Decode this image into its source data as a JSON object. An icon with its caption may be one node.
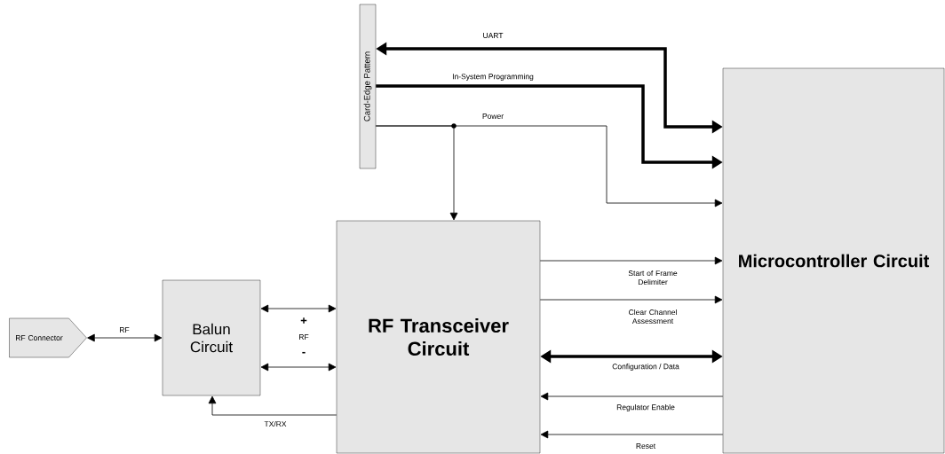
{
  "diagram": {
    "nodes": [
      {
        "text": [
          "RF Connector"
        ]
      },
      {
        "text": [
          "Balun Circuit"
        ]
      },
      {
        "text": [
          "RF Transceiver Circuit"
        ]
      },
      {
        "text": [
          "Microcontroller Circuit"
        ]
      },
      {
        "text": [
          "Card-Edge Pattern"
        ]
      }
    ],
    "edges": [
      {
        "from": 0,
        "to": 1,
        "arrow": "both",
        "label": "RF"
      },
      {
        "from": 1,
        "to": 2,
        "arrow": "both",
        "label": "+"
      },
      {
        "from": 1,
        "to": 2,
        "arrow": "both",
        "label": "-"
      },
      {
        "from": 2,
        "to": 1,
        "arrow": "to",
        "label": "TX/RX"
      },
      {
        "from": 3,
        "to": 4,
        "arrow": "both",
        "label": "UART",
        "style": "thick"
      },
      {
        "from": 4,
        "to": 3,
        "arrow": "to",
        "label": "In-System Programming",
        "style": "thick"
      },
      {
        "from": 4,
        "to": 3,
        "arrow": "to",
        "label": "Power"
      },
      {
        "from": 4,
        "to": 2,
        "arrow": "to"
      },
      {
        "from": 2,
        "to": 3,
        "arrow": "to",
        "label": "Start of Frame Delimiter"
      },
      {
        "from": 2,
        "to": 3,
        "arrow": "to",
        "label": "Clear Channel Assessment"
      },
      {
        "from": 2,
        "to": 3,
        "arrow": "both",
        "label": "Configuration / Data",
        "style": "thick"
      },
      {
        "from": 3,
        "to": 2,
        "arrow": "to",
        "label": "Regulator Enable"
      },
      {
        "from": 3,
        "to": 2,
        "arrow": "to",
        "label": "Reset"
      }
    ],
    "labels": [
      "RF"
    ]
  }
}
